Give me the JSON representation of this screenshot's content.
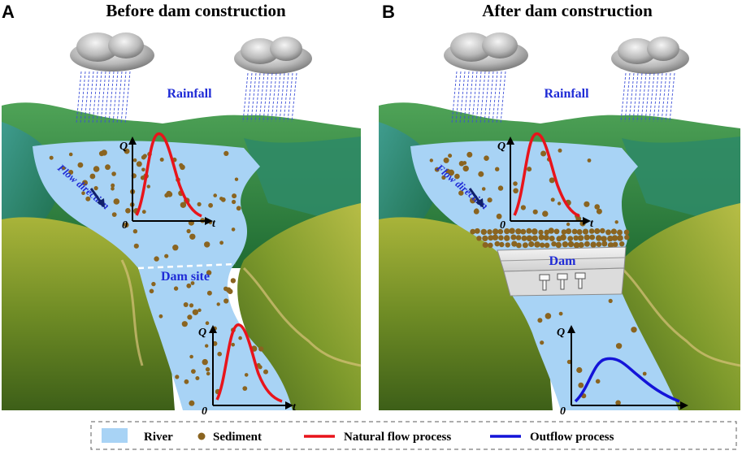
{
  "panels": {
    "a": {
      "letter": "A",
      "title": "Before dam construction",
      "rainfall": "Rainfall",
      "flow_direction": "Flow direction",
      "dam_site": "Dam site",
      "q": "Q",
      "t": "t",
      "zero": "0"
    },
    "b": {
      "letter": "B",
      "title": "After dam construction",
      "rainfall": "Rainfall",
      "flow_direction": "Flow direction",
      "dam": "Dam",
      "q": "Q",
      "t": "t",
      "zero": "0"
    }
  },
  "legend": {
    "river": "River",
    "sediment": "Sediment",
    "natural_flow": "Natural flow process",
    "outflow": "Outflow process"
  },
  "colors": {
    "river": "#a8d3f5",
    "sediment": "#8a6420",
    "natural_flow": "#e8141b",
    "outflow": "#1414d8",
    "label_blue": "#1f2bd6",
    "rain": "#3b4fd8"
  }
}
